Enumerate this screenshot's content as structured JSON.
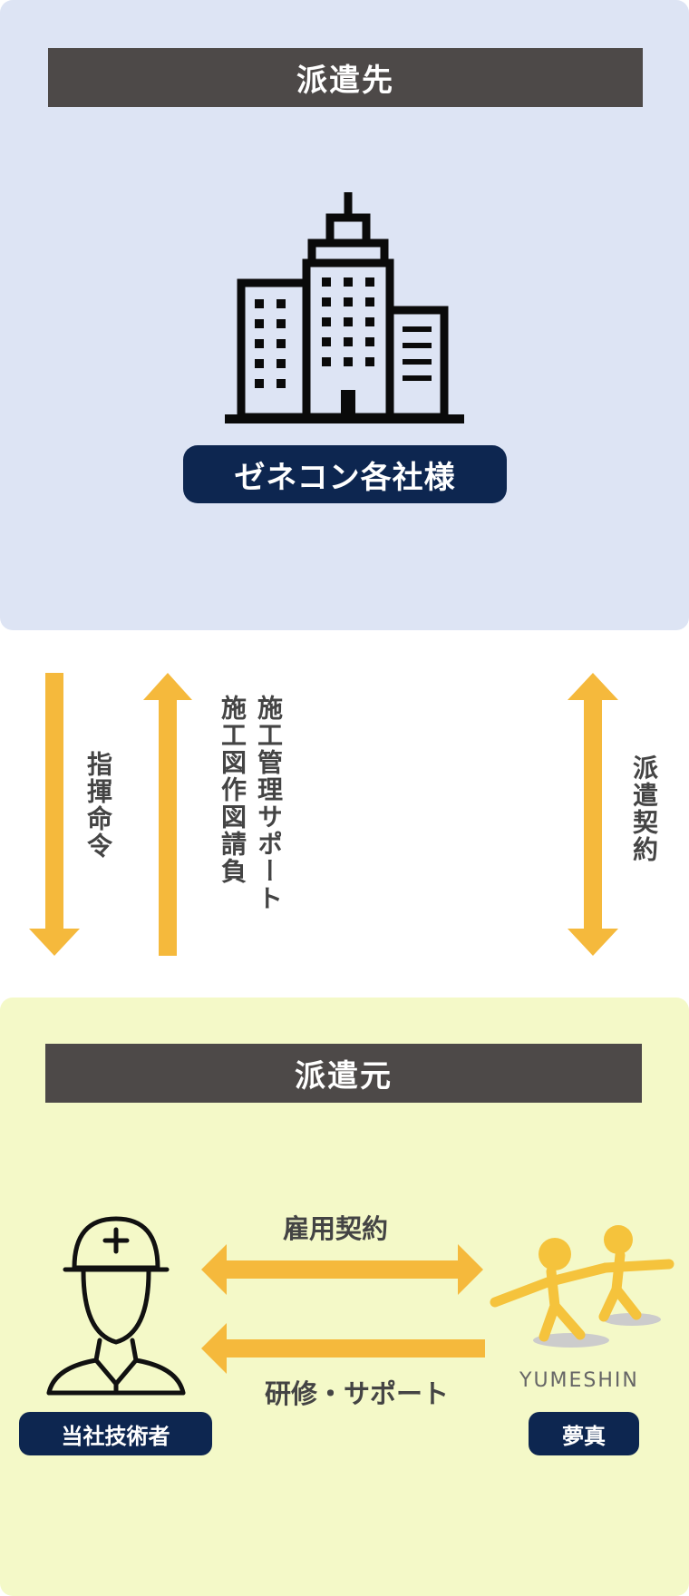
{
  "dispatch_destination": {
    "header": "派遣先",
    "client_label": "ゼネコン各社様",
    "icon": "office-buildings-icon"
  },
  "relations": {
    "command": "指揮命令",
    "support_lines": [
      "施工管理サポート",
      "施工図作図請負"
    ],
    "dispatch_contract": "派遣契約",
    "employment_contract": "雇用契約",
    "training_support": "研修・サポート"
  },
  "dispatch_source": {
    "header": "派遣元",
    "staff_label": "当社技術者",
    "staff_icon": "hardhat-worker-icon",
    "company_label": "夢真",
    "logo_text": "YUMESHIN",
    "logo_icon": "yumeshin-logo-icon"
  },
  "colors": {
    "arrow": "#f5b93c",
    "top_panel": "#dde4f4",
    "bottom_panel": "#f4f9c8",
    "header_bar": "#4d4948",
    "pill": "#0d2650"
  }
}
